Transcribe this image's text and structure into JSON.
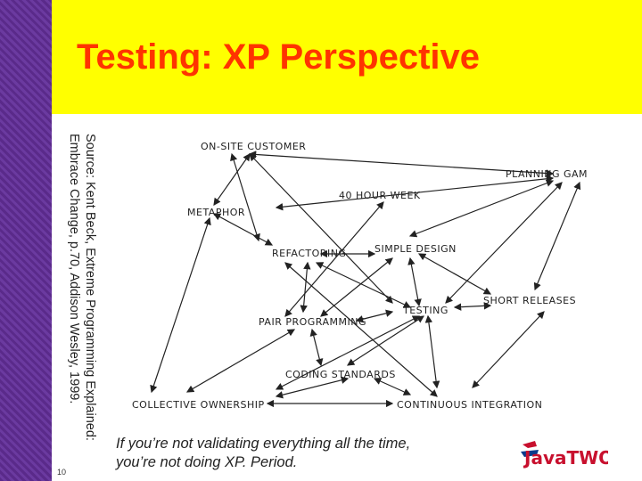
{
  "slide": {
    "title": "Testing: XP Perspective",
    "source_line1": "Source: Kent Beck, Extreme Programming Explained:",
    "source_line2": "Embrace Change, p.70, Addison Wesley, 1999.",
    "page_number": "10",
    "caption_line1": "If you’re not validating everything all the time,",
    "caption_line2": "you’re not doing XP. Period.",
    "logo_text": "JavaTWO"
  },
  "colors": {
    "title": "#ff3300",
    "title_band": "#ffff00",
    "left_band": "#5a2a8a"
  },
  "diagram": {
    "nodes": {
      "onsite": "ON-SITE CUSTOMER",
      "planning": "PLANNING GAME",
      "fortyhour": "40 HOUR WEEK",
      "metaphor": "METAPHOR",
      "refactoring": "REFACTORING",
      "simpledesign": "SIMPLE DESIGN",
      "shortreleases": "SHORT RELEASES",
      "pairprog": "PAIR PROGRAMMING",
      "testing": "TESTING",
      "codingstd": "CODING STANDARDS",
      "collective": "COLLECTIVE OWNERSHIP",
      "ci": "CONTINUOUS INTEGRATION"
    }
  }
}
